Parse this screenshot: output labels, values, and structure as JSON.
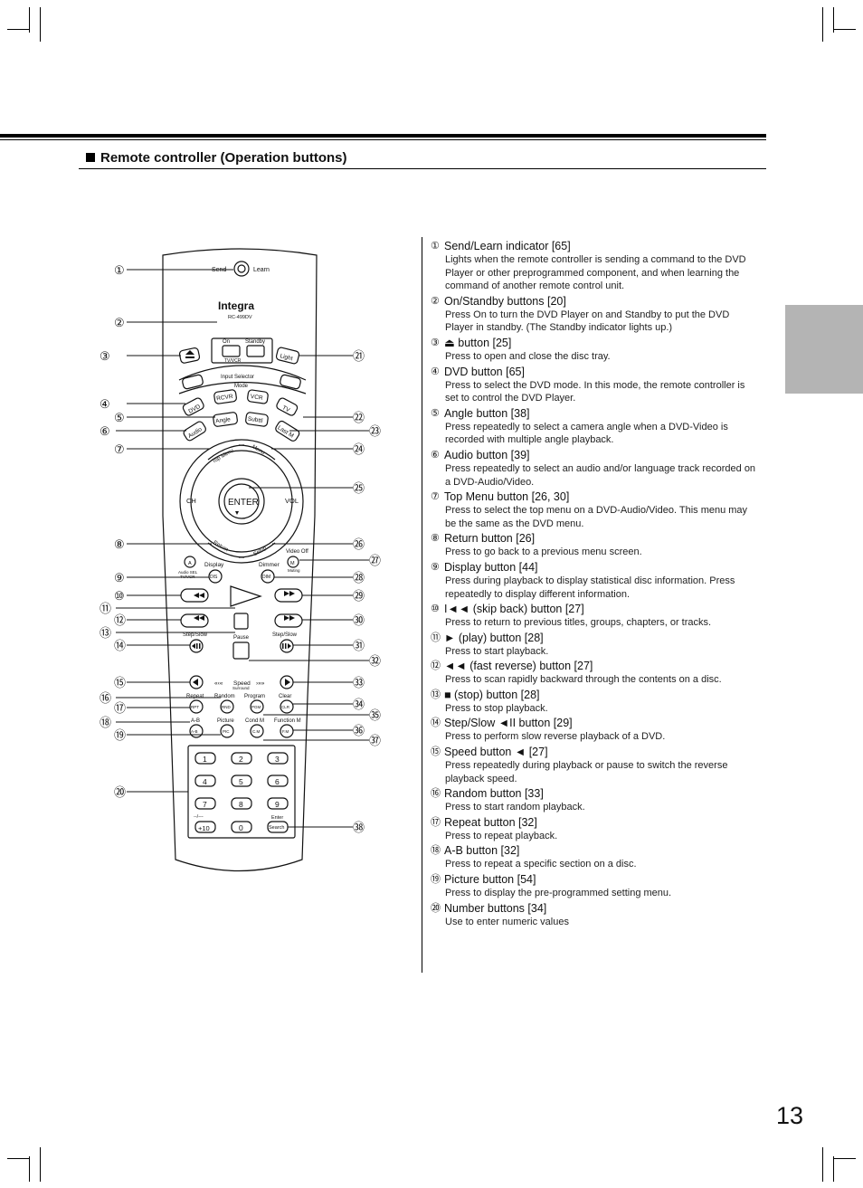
{
  "section": {
    "title": "Remote controller  (Operation buttons)"
  },
  "page_number": "13",
  "remote": {
    "send": "Send",
    "learn": "Learn",
    "brand": "Integra",
    "model": "RC-499DV",
    "on": "On",
    "standby": "Standby",
    "tv_vcr": "TV/VCR",
    "input_selector": "Input Selector",
    "mode": "Mode",
    "dvd": "DVD",
    "rcvr": "RCVR",
    "vcr": "VCR",
    "tv": "TV",
    "audio": "Audio",
    "angle": "Angle",
    "subtitle": "Subttl",
    "last_m": "Last M",
    "light": "Light",
    "top_menu": "Top Menu",
    "menu": "Menu",
    "enter": "ENTER",
    "ch": "CH",
    "vol": "VOL",
    "return": "Return",
    "setup": "Setup",
    "display": "Display",
    "dimmer": "Dimmer",
    "video_off": "Video Off",
    "audio_sel": "Audio SEL",
    "tv_vcr2": "TV/VCR",
    "muting": "Muting",
    "a": "A",
    "m": "M",
    "dis": "DIS",
    "dim": "DIM",
    "step_slow": "Step/Slow",
    "pause": "Pause",
    "speed": "Speed",
    "surround": "Surround",
    "repeat": "Repeat",
    "random": "Random",
    "program": "Program",
    "clear": "Clear",
    "rpt": "RPT",
    "rnd": "RND",
    "pgm": "PGM",
    "clr": "CLR",
    "ab": "A-B",
    "picture": "Picture",
    "cond_m": "Cond M",
    "function_m": "Function M",
    "ab_btn": "A-B",
    "pic": "PIC",
    "cm": "C.M",
    "fm": "F.M",
    "keys": [
      "1",
      "2",
      "3",
      "4",
      "5",
      "6",
      "7",
      "8",
      "9"
    ],
    "dash": "--/---",
    "plus10": "+10",
    "zero": "0",
    "enter2": "Enter",
    "search": "Search",
    "callouts_left": [
      "①",
      "②",
      "③",
      "④",
      "⑤",
      "⑥",
      "⑦",
      "⑧",
      "⑨",
      "⑩",
      "⑪",
      "⑫",
      "⑬",
      "⑭",
      "⑮",
      "⑯",
      "⑰",
      "⑱",
      "⑲",
      "⑳"
    ],
    "callouts_right": [
      "㉑",
      "㉒",
      "㉓",
      "㉔",
      "㉕",
      "㉖",
      "㉗",
      "㉘",
      "㉙",
      "㉚",
      "㉛",
      "㉜",
      "㉝",
      "㉞",
      "㉟",
      "㊱",
      "㊲",
      "㊳"
    ]
  },
  "items": [
    {
      "num": "①",
      "title": "Send/Learn indicator [65]",
      "body": "Lights when the remote controller is sending a command to the DVD Player or other preprogrammed component, and when learning the command of another remote control unit."
    },
    {
      "num": "②",
      "title": "On/Standby buttons [20]",
      "body": "Press On to turn the DVD Player on and Standby to put the DVD Player in standby. (The Standby indicator lights up.)"
    },
    {
      "num": "③",
      "title": "⏏ button [25]",
      "body": "Press to open and close the disc tray."
    },
    {
      "num": "④",
      "title": "DVD button [65]",
      "body": "Press to select the DVD mode. In this mode, the remote controller is set to control the DVD Player."
    },
    {
      "num": "⑤",
      "title": " Angle button [38]",
      "body": "Press repeatedly to select a camera angle when a DVD-Video is recorded with multiple angle playback."
    },
    {
      "num": "⑥",
      "title": "Audio button [39]",
      "body": "Press repeatedly to select an audio and/or language track recorded on a DVD-Audio/Video."
    },
    {
      "num": "⑦",
      "title": "Top Menu button [26, 30]",
      "body": "Press to select the top menu on a DVD-Audio/Video. This menu may be the same as the DVD menu."
    },
    {
      "num": "⑧",
      "title": "Return button [26]",
      "body": "Press to go back to a previous menu screen."
    },
    {
      "num": "⑨",
      "title": "Display button [44]",
      "body": "Press during playback to display statistical disc information. Press repeatedly to display different information."
    },
    {
      "num": "⑩",
      "title": "I◄◄ (skip back) button [27]",
      "body": "Press to return to previous titles, groups, chapters, or tracks."
    },
    {
      "num": "⑪",
      "title": "► (play) button [28]",
      "body": "Press to start playback."
    },
    {
      "num": "⑫",
      "title": " ◄◄ (fast reverse) button [27]",
      "body": "Press to scan rapidly backward through the contents on a disc."
    },
    {
      "num": "⑬",
      "title": "■ (stop) button [28]",
      "body": "Press to stop playback."
    },
    {
      "num": "⑭",
      "title": "Step/Slow ◄II button [29]",
      "body": "Press to perform slow reverse playback of a DVD."
    },
    {
      "num": "⑮",
      "title": "Speed button ◄ [27]",
      "body": "Press repeatedly during playback or pause to switch the reverse playback speed."
    },
    {
      "num": "⑯",
      "title": "Random button [33]",
      "body": "Press to start random playback."
    },
    {
      "num": "⑰",
      "title": "Repeat button [32]",
      "body": "Press to repeat playback."
    },
    {
      "num": "⑱",
      "title": "A-B button [32]",
      "body": "Press to repeat a specific section on a disc."
    },
    {
      "num": "⑲",
      "title": "Picture button [54]",
      "body": "Press to display the pre-programmed setting menu."
    },
    {
      "num": "⑳",
      "title": "Number buttons [34]",
      "body": "Use to enter numeric values"
    }
  ]
}
